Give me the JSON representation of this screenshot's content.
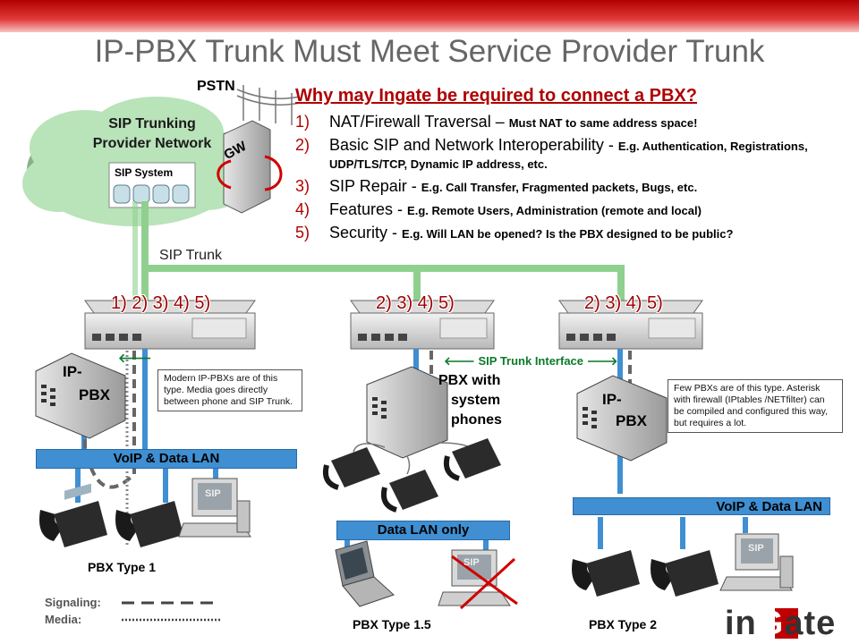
{
  "title": "IP-PBX Trunk Must Meet Service Provider Trunk",
  "why": {
    "heading": "Why may Ingate be required to connect a PBX?",
    "items": [
      {
        "num": "1)",
        "text": "NAT/Firewall Traversal – ",
        "note": "Must NAT to same address space!"
      },
      {
        "num": "2)",
        "text": "Basic SIP and Network Interoperability - ",
        "note": "E.g. Authentication, Registrations, UDP/TLS/TCP, Dynamic IP address, etc."
      },
      {
        "num": "3)",
        "text": "SIP Repair - ",
        "note": "E.g. Call Transfer, Fragmented packets, Bugs, etc."
      },
      {
        "num": "4)",
        "text": "Features - ",
        "note": "E.g. Remote Users, Administration (remote and local)"
      },
      {
        "num": "5)",
        "text": "Security - ",
        "note": "E.g. Will LAN be opened? Is the PBX designed to be public?"
      }
    ]
  },
  "cloud": {
    "line1": "SIP Trunking",
    "line2": "Provider Network",
    "system_label": "SIP System",
    "gw_label": "GW"
  },
  "pstn_label": "PSTN",
  "sip_trunk_label": "SIP Trunk",
  "firewalls": [
    {
      "features": "1) 2) 3) 4) 5)"
    },
    {
      "features": "2) 3) 4) 5)"
    },
    {
      "features": "2) 3) 4) 5)"
    }
  ],
  "trunk_interface_label": "SIP Trunk Interface",
  "pbx1": {
    "name_line1": "IP-",
    "name_line2": "PBX",
    "note": "Modern IP-PBXs are of this type. Media goes directly between phone and SIP Trunk.",
    "lan_label": "VoIP & Data LAN",
    "type_label": "PBX Type 1"
  },
  "pbx15": {
    "name_line1": "PBX with",
    "name_line2": "system",
    "name_line3": "phones",
    "lan_label": "Data LAN only",
    "type_label": "PBX Type 1.5"
  },
  "pbx2": {
    "name_line1": "IP-",
    "name_line2": "PBX",
    "note": "Few PBXs are of this type. Asterisk with firewall (IPtables /NETfilter) can be compiled and configured this way, but requires a lot.",
    "lan_label": "VoIP & Data LAN",
    "type_label": "PBX Type 2"
  },
  "pc_label": "SIP",
  "legend": {
    "signaling": "Signaling:",
    "media": "Media:"
  },
  "logo": {
    "part1": "in",
    "part2": "G",
    "part3": "ate"
  },
  "colors": {
    "accent": "#b00000",
    "lan": "#3f8fd2",
    "trunk": "#8fd08f",
    "cloud": "#b9e3b9"
  }
}
